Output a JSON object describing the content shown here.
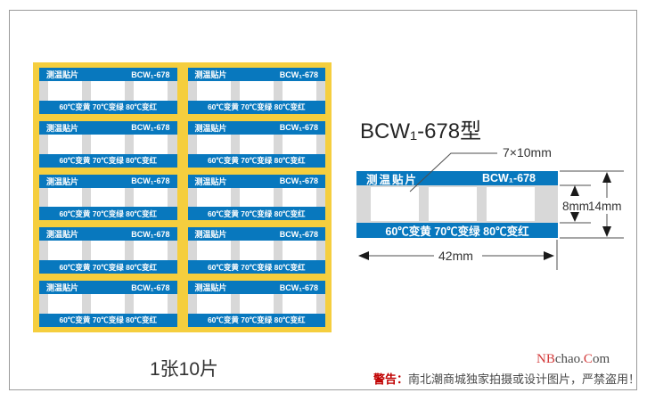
{
  "sheet": {
    "caption": "1张10片",
    "count": 10,
    "columns": 2,
    "rows": 5
  },
  "sticker": {
    "name": "测温贴片",
    "model": "BCW₁-678",
    "scale": "60℃变黄 70℃变绿 80℃变红"
  },
  "diagram": {
    "title": "BCW₁-678型",
    "window_size_label": "7×10mm",
    "inner_height_label": "8mm",
    "total_height_label": "14mm",
    "width_label": "42mm"
  },
  "watermark": {
    "parts": [
      {
        "text": "NB"
      },
      {
        "text": "chao."
      },
      {
        "text": "C"
      },
      {
        "text": "om"
      }
    ]
  },
  "warning": {
    "label": "警告：",
    "text": "南北潮商城独家拍摄或设计图片，严禁盗用！"
  },
  "colors": {
    "label_blue": "#0878BE",
    "sheet_yellow": "#F5CE3E",
    "band_gray": "#D8D8D8",
    "warning_red": "#C00000",
    "brand_red": "#D33A3A"
  }
}
